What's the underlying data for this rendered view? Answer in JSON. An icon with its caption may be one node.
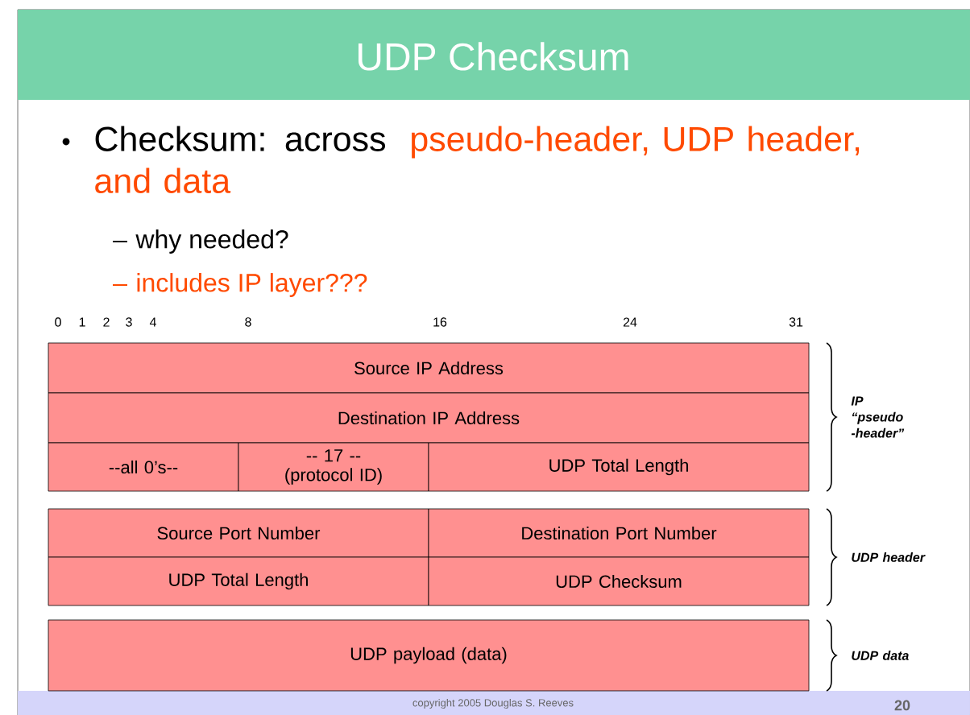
{
  "diagram": {
    "title": "UDP Checksum",
    "nodes": [
      {
        "text": [
          "Source IP Address"
        ]
      },
      {
        "text": [
          "Destination IP Address"
        ]
      },
      {
        "text": [
          "--all 0’s--"
        ]
      },
      {
        "text": [
          "-- 17 -- (protocol ID)"
        ]
      },
      {
        "text": [
          "UDP Total Length"
        ]
      },
      {
        "text": [
          "Source Port Number"
        ]
      },
      {
        "text": [
          "Destination Port Number"
        ]
      },
      {
        "text": [
          "UDP Total Length"
        ]
      },
      {
        "text": [
          "UDP Checksum"
        ]
      },
      {
        "text": [
          "UDP payload (data)"
        ]
      }
    ],
    "labels": [
      "Checksum: across",
      "pseudo-header, UDP header, and data",
      "why needed?",
      "includes IP layer???",
      "0",
      "1",
      "2",
      "3",
      "4",
      "8",
      "16",
      "24",
      "31",
      "IP “pseudo -header”",
      "UDP header",
      "UDP data",
      "copyright 2005 Douglas S. Reeves",
      "20"
    ]
  }
}
